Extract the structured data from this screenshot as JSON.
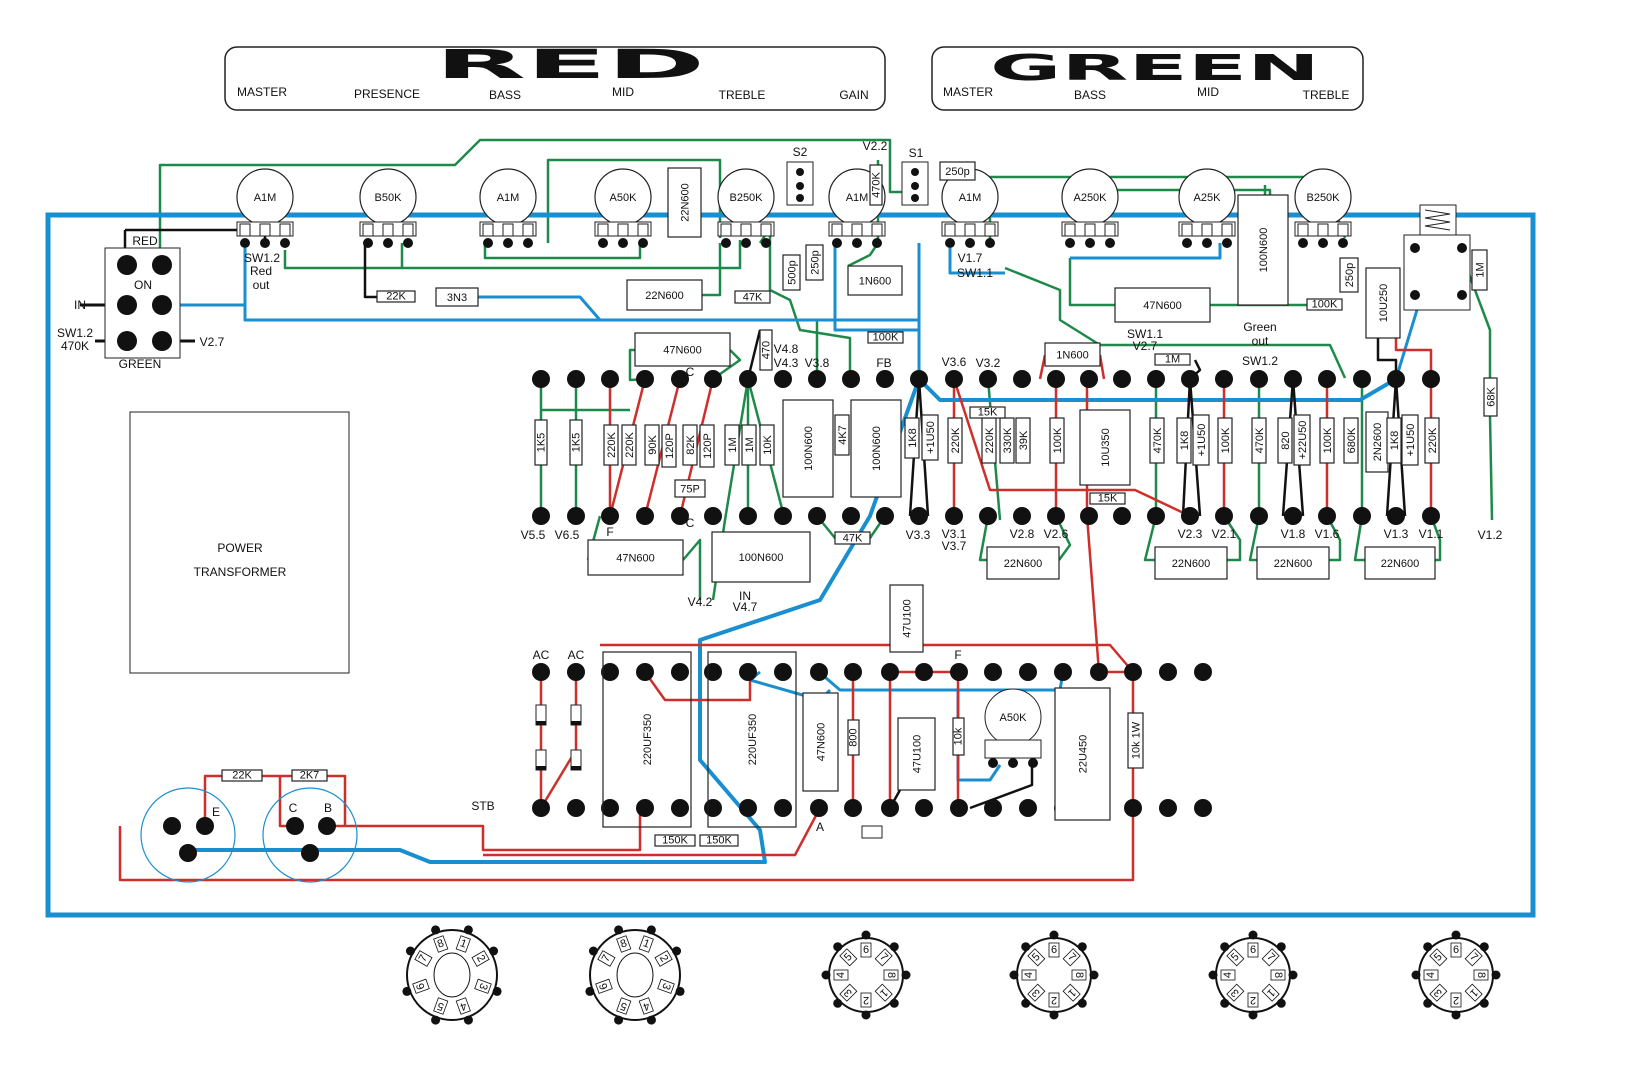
{
  "panels": {
    "red": {
      "title": "RED",
      "labels": [
        "MASTER",
        "PRESENCE",
        "BASS",
        "MID",
        "TREBLE",
        "GAIN"
      ]
    },
    "green": {
      "title": "GREEN",
      "labels": [
        "MASTER",
        "BASS",
        "MID",
        "TREBLE"
      ]
    }
  },
  "pots": [
    "A1M",
    "B50K",
    "A1M",
    "A50K",
    "B250K",
    "A1M",
    "A1M",
    "A250K",
    "A25K",
    "B250K"
  ],
  "power_pot": "A50K",
  "switch": {
    "top": "RED",
    "on": "ON",
    "in": "IN",
    "sw": "SW1.2",
    "sw_value": "470K",
    "v": "V2.7",
    "bottom": "GREEN"
  },
  "transformer": {
    "line1": "POWER",
    "line2": "TRANSFORMER"
  },
  "components": [
    "22N600",
    "470K",
    "250p",
    "100N600",
    "22K",
    "3N3",
    "22N600",
    "47K",
    "500p",
    "250p",
    "1N600",
    "47N600",
    "100K",
    "250p",
    "10U250",
    "1M",
    "68K",
    "47N600",
    "470",
    "100K",
    "1N600",
    "1M",
    "1K5",
    "1K5",
    "220K",
    "220K",
    "90K",
    "120P",
    "82K",
    "120P",
    "1M",
    "1M",
    "10K",
    "100N600",
    "4K7",
    "100N600",
    "1K8",
    "+1U50",
    "220K",
    "220K",
    "330K",
    "39K",
    "100K",
    "10U350",
    "470K",
    "1K8",
    "+1U50",
    "100K",
    "470K",
    "820",
    "+22U50",
    "100K",
    "680K",
    "2N2600",
    "1K8",
    "+1U50",
    "220K",
    "15K",
    "15K",
    "75P",
    "47N600",
    "100N600",
    "47K",
    "22N600",
    "22N600",
    "22N600",
    "22N600",
    "47U100",
    "220UF350",
    "220UF350",
    "47N600",
    "800",
    "47U100",
    "10k",
    "22U450",
    "10k 1W",
    "150K",
    "150K",
    "22K",
    "2K7"
  ],
  "labels": [
    "S2",
    "V2.2",
    "S1",
    "SW1.2",
    "Red",
    "out",
    "V1.7",
    "SW1.1",
    "Green",
    "out",
    "SW1.1",
    "V2.7",
    "SW1.2",
    "V4.8",
    "V4.3",
    "V3.8",
    "FB",
    "V3.6",
    "V3.2",
    "C",
    "V5.5",
    "V6.5",
    "F",
    "C",
    "V3.3",
    "V3.1",
    "V3.7",
    "V2.8",
    "V2.6",
    "V2.3",
    "V2.1",
    "V1.8",
    "V1.6",
    "V1.3",
    "V1.1",
    "V1.2",
    "V4.2",
    "IN",
    "V4.7",
    "AC",
    "AC",
    "F",
    "STB",
    "A",
    "E",
    "C",
    "B"
  ],
  "sockets": {
    "nine_pin": [
      "1",
      "2",
      "3",
      "4",
      "5",
      "6",
      "7",
      "8"
    ],
    "octal": [
      "1",
      "2",
      "3",
      "4",
      "5",
      "6",
      "7",
      "8"
    ]
  },
  "colors": {
    "chassis": "#1a8fd0",
    "green_wire": "#1e8a4a",
    "red_wire": "#cf2f2a",
    "blue_wire": "#1a8fd0",
    "black_wire": "#111111"
  }
}
